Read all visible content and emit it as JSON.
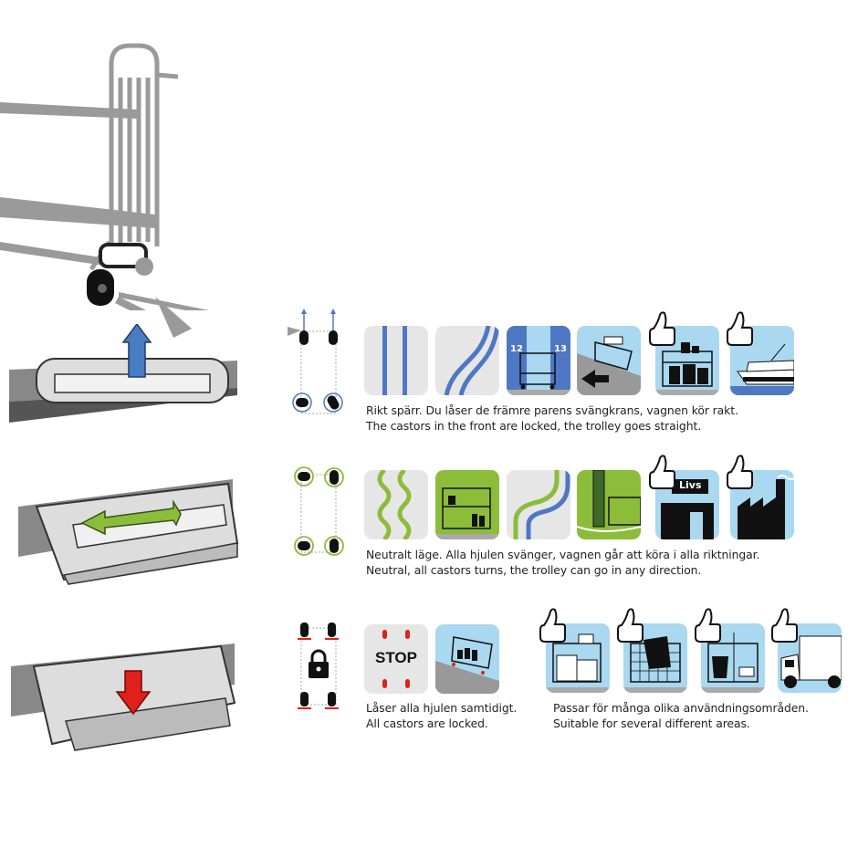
{
  "colors": {
    "blue": "#4f78c4",
    "light_blue": "#a9d8f0",
    "green": "#8cbd3a",
    "grey_tile": "#e6e6e6",
    "red": "#e0201b",
    "arrow_blue": "#4a7cc2"
  },
  "modes": [
    {
      "name": "directional-lock",
      "caption_sv": "Rikt spärr. Du låser de främre parens svängkrans, vagnen kör rakt.",
      "caption_en": "The castors in the front are locked, the trolley goes straight.",
      "tile_labels": {
        "left_number": "12",
        "right_number": "13"
      }
    },
    {
      "name": "neutral",
      "caption_sv": "Neutralt läge. Alla hjulen svänger, vagnen går att köra i alla riktningar.",
      "caption_en": "Neutral, all castors turns, the trolley can go in any direction.",
      "tile_labels": {
        "store_sign": "Livs"
      }
    },
    {
      "name": "total-lock",
      "caption_sv": "Låser alla hjulen samtidigt.",
      "caption_en": "All castors are locked.",
      "tile_labels": {
        "stop": "STOP"
      }
    }
  ],
  "uses": {
    "caption_sv": "Passar för många olika användningsområden.",
    "caption_en": "Suitable for several different areas."
  }
}
